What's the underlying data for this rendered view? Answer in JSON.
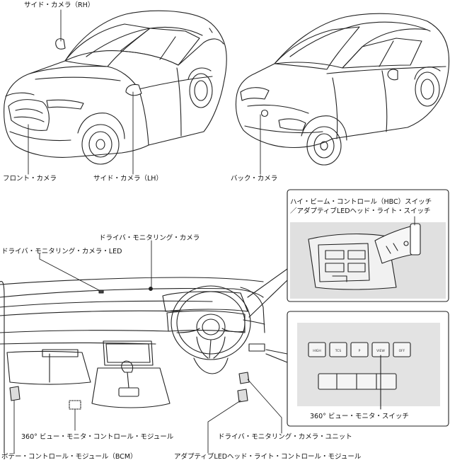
{
  "labels": {
    "side_camera_rh": "サイド・カメラ（RH）",
    "front_camera": "フロント・カメラ",
    "side_camera_lh": "サイド・カメラ（LH）",
    "back_camera": "バック・カメラ",
    "hbc_switch_line1": "ハイ・ビーム・コントロール（HBC）スイッチ",
    "hbc_switch_line2": "／アダプティブLEDヘッド・ライト・スイッチ",
    "driver_monitoring_camera": "ドライバ・モニタリング・カメラ",
    "driver_monitoring_camera_led": "ドライバ・モニタリング・カメラ・LED",
    "view_monitor_switch": "360° ビュー・モニタ・スイッチ",
    "view_monitor_control_module": "360° ビュー・モニタ・コントロール・モジュール",
    "driver_monitoring_camera_unit": "ドライバ・モニタリング・カメラ・ユニット",
    "body_control_module": "ボデー・コントロール・モジュール（BCM）",
    "adaptive_led_control_module": "アダプティブLEDヘッド・ライト・コントロール・モジュール"
  },
  "switch_panel": {
    "buttons": [
      "HIGH",
      "TCS",
      "P",
      "VIEW",
      "OFF"
    ]
  },
  "colors": {
    "line": "#222222",
    "panel_fill": "#e6e6e6",
    "inset_bg": "#d9d9d9",
    "dark_detail": "#555555"
  }
}
